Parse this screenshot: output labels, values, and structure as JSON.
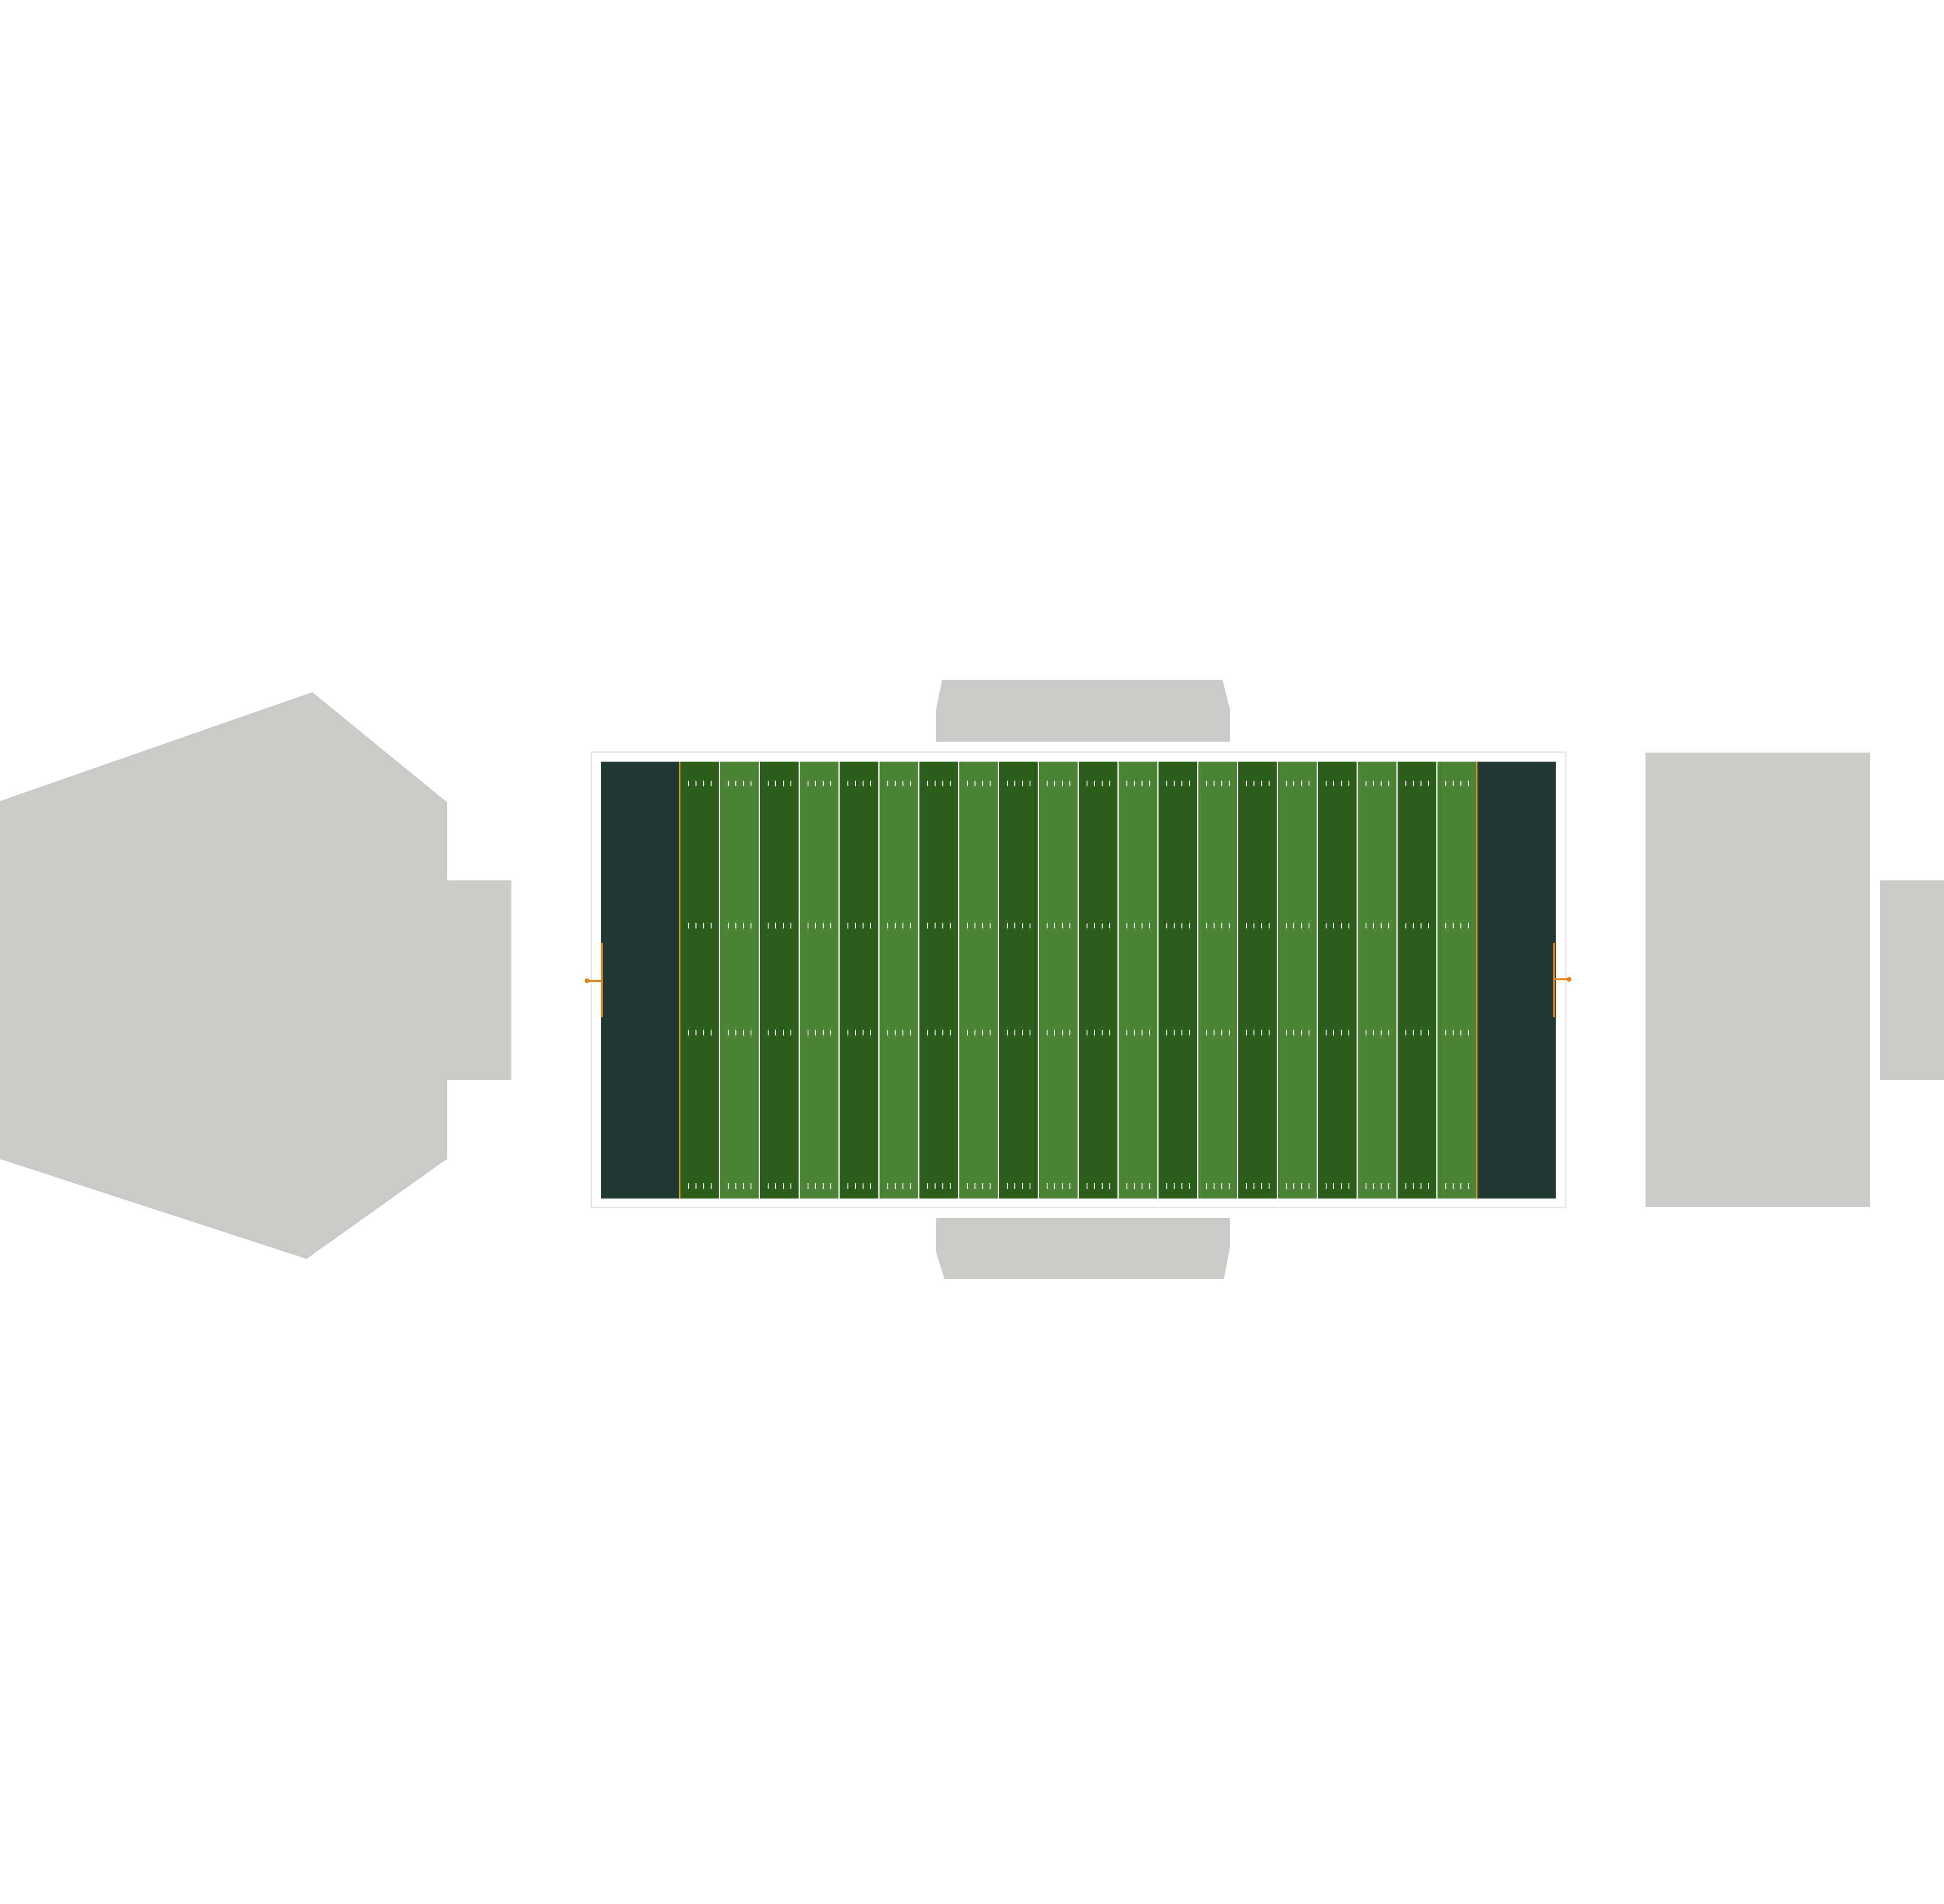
{
  "map": {
    "colors": {
      "background": "#ffffff",
      "seating": "#cacac9",
      "field_border": "#ffffff",
      "field_border_stroke": "#e6e6e6",
      "endzone": "#203732",
      "stripe_dark": "#2b5e1a",
      "stripe_light": "#4c8436",
      "yard_line": "#ffffff",
      "goal_line": "#d39a2a",
      "goalpost": "#e8830f",
      "hash_mark": "#ffffff"
    },
    "field": {
      "stripes": 20,
      "hash_rows": 4,
      "hash_ticks_per_stripe": 4
    },
    "sections": [
      {
        "id": "west-bowl",
        "shape": "hexagon"
      },
      {
        "id": "west-annex",
        "shape": "rectangle"
      },
      {
        "id": "north-stand",
        "shape": "trapezoid"
      },
      {
        "id": "south-stand",
        "shape": "trapezoid"
      },
      {
        "id": "east-stand",
        "shape": "rectangle"
      },
      {
        "id": "east-annex",
        "shape": "rectangle"
      }
    ]
  }
}
